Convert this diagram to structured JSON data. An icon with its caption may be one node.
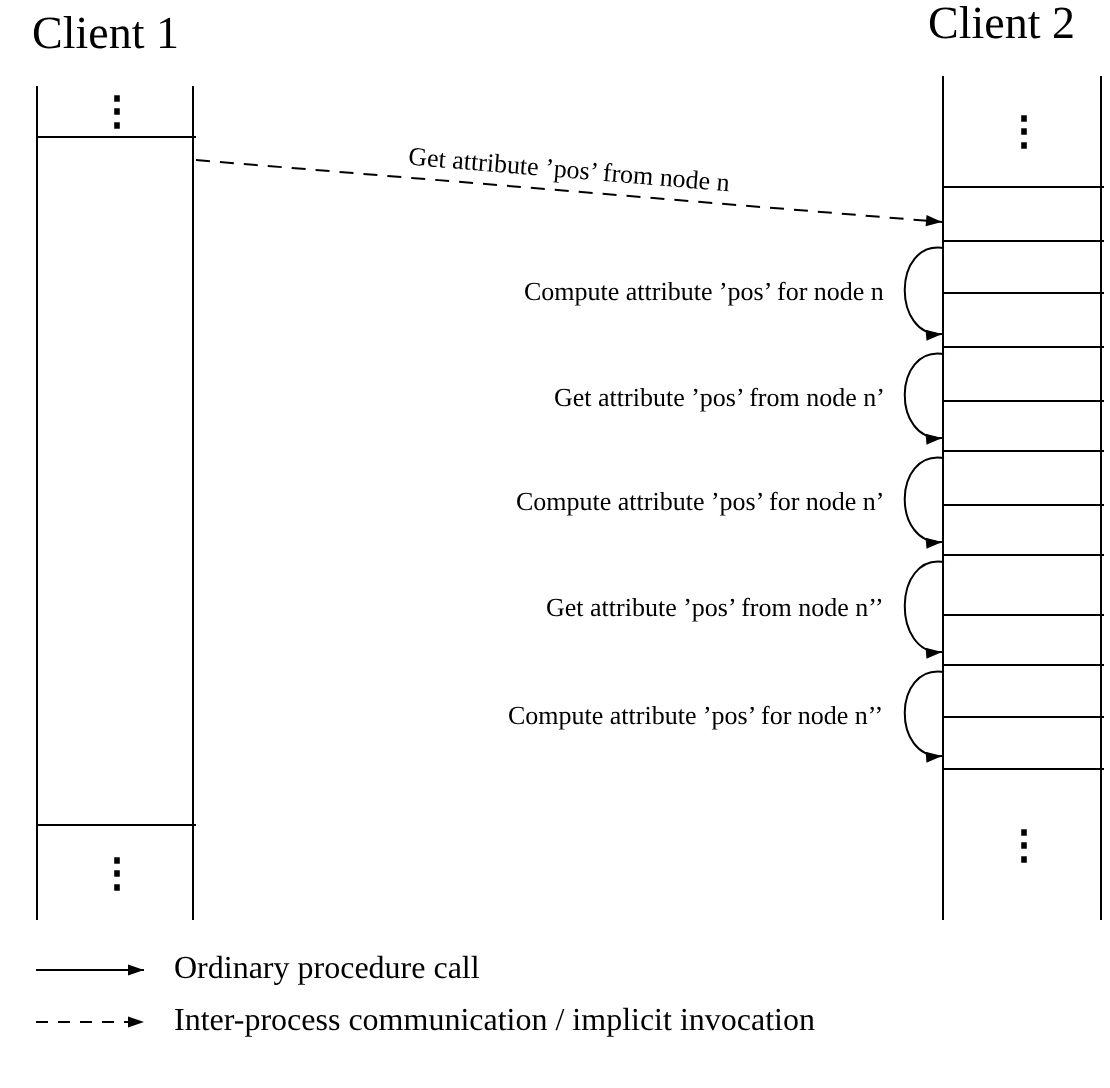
{
  "diagram": {
    "nodes": [
      {
        "text": [
          "Client 1"
        ]
      },
      {
        "text": [
          "⋮"
        ],
        "in": 0
      },
      {
        "text": [],
        "shape": "box",
        "in": 0
      },
      {
        "text": [
          "⋮"
        ],
        "in": 0
      },
      {
        "text": [
          "Client 2"
        ]
      },
      {
        "text": [
          "⋮"
        ],
        "in": 4
      },
      {
        "text": [],
        "shape": "box",
        "in": 4
      },
      {
        "text": [],
        "shape": "box",
        "in": 4
      },
      {
        "text": [],
        "shape": "box",
        "in": 4
      },
      {
        "text": [],
        "shape": "box",
        "in": 4
      },
      {
        "text": [],
        "shape": "box",
        "in": 4
      },
      {
        "text": [],
        "shape": "box",
        "in": 4
      },
      {
        "text": [],
        "shape": "box",
        "in": 4
      },
      {
        "text": [],
        "shape": "box",
        "in": 4
      },
      {
        "text": [],
        "shape": "box",
        "in": 4
      },
      {
        "text": [],
        "shape": "box",
        "in": 4
      },
      {
        "text": [],
        "shape": "box",
        "in": 4
      },
      {
        "text": [
          "⋮"
        ],
        "in": 4
      }
    ],
    "edges": [
      {
        "from": 2,
        "to": 6,
        "arrow": "to",
        "style": "dashed",
        "label": "Get attribute ’pos’ from node n"
      },
      {
        "from": 7,
        "to": 8,
        "arrow": "to",
        "label": "Compute attribute ’pos’ for node n"
      },
      {
        "from": 9,
        "to": 10,
        "arrow": "to",
        "label": "Get attribute ’pos’ from node n’"
      },
      {
        "from": 11,
        "to": 12,
        "arrow": "to",
        "label": "Compute attribute ’pos’ for node n’"
      },
      {
        "from": 13,
        "to": 14,
        "arrow": "to",
        "label": "Get attribute ’pos’ from node n’’"
      },
      {
        "from": 15,
        "to": 16,
        "arrow": "to",
        "label": "Compute attribute ’pos’ for node n’’"
      }
    ],
    "legend": [
      {
        "text": "Ordinary procedure call"
      },
      {
        "text": "Inter-process communication / implicit invocation"
      }
    ]
  }
}
